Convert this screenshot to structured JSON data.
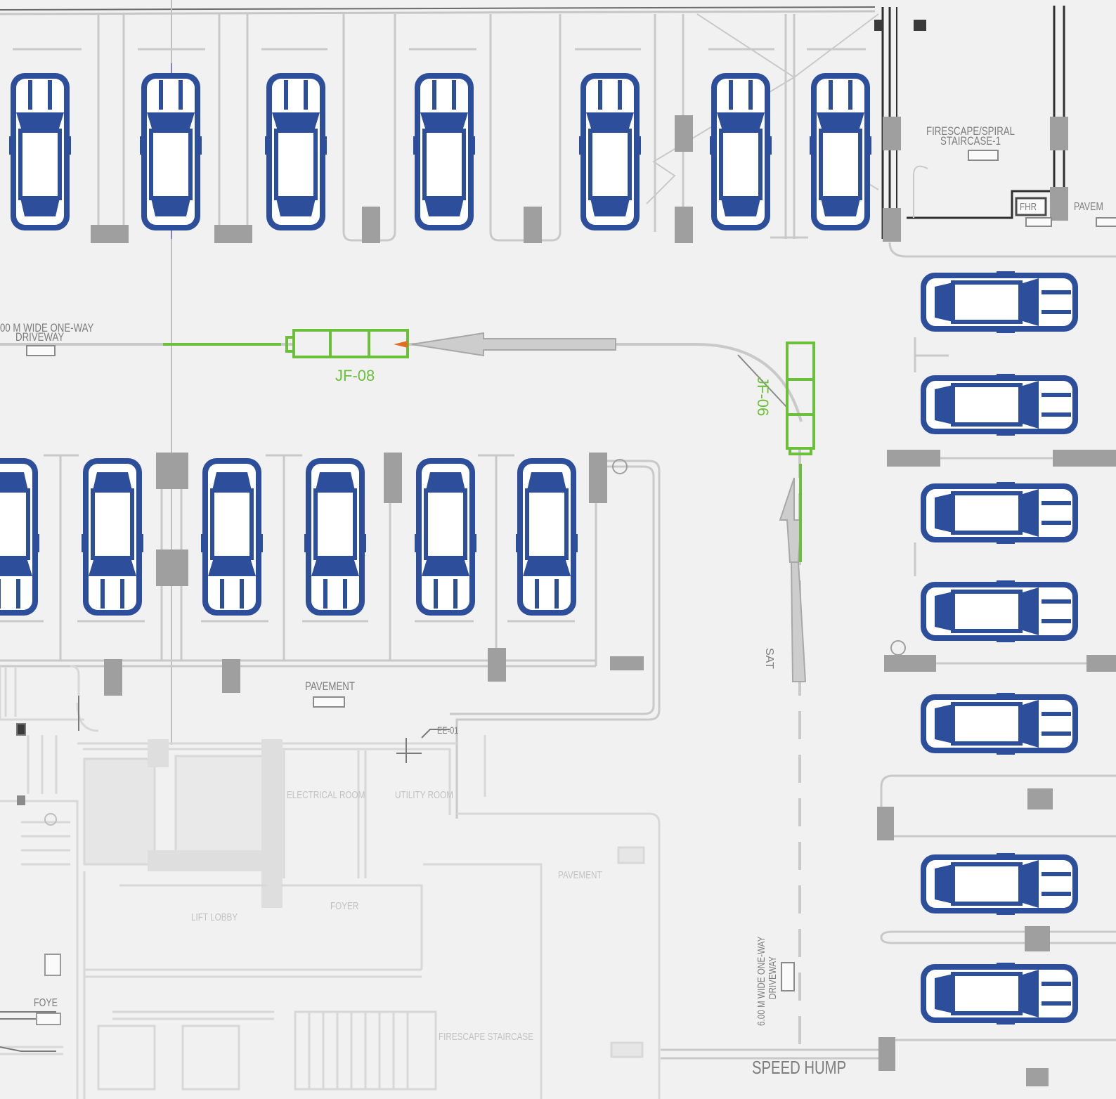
{
  "colors": {
    "background": "#f1f1f1",
    "car": "#2d4e9b",
    "jet_fan": "#6cbf3b",
    "wall": "#b5b5b5",
    "column": "#9a9a9a",
    "faded": "#d4d4d4"
  },
  "labels": {
    "driveway_top": "00 M WIDE ONE-WAY",
    "driveway_top_2": "DRIVEWAY",
    "firescape": "FIRESCAPE/SPIRAL",
    "firescape_2": "STAIRCASE-1",
    "fhr": "FHR",
    "pavement_edge": "PAVEM",
    "pavement": "PAVEMENT",
    "jf08": "JF-08",
    "jf06": "JF-06",
    "sat": "SAT",
    "driveway_right": "6.00 M WIDE ONE-WAY",
    "driveway_right_2": "DRIVEWAY",
    "speed_hump": "SPEED HUMP",
    "foyer_edge": "FOYE",
    "ee": "EE-01",
    "electrical_room": "ELECTRICAL ROOM",
    "utility_room": "UTILITY ROOM",
    "lift_lobby": "LIFT LOBBY",
    "foyer": "FOYER",
    "firescape_staircase": "FIRESCAPE STAIRCASE",
    "pavement_faded": "PAVEMENT"
  },
  "icons": {
    "car": "car-topview-icon",
    "jet_fan": "jet-fan-icon",
    "airflow": "airflow-arrow-icon",
    "column": "column-icon"
  }
}
